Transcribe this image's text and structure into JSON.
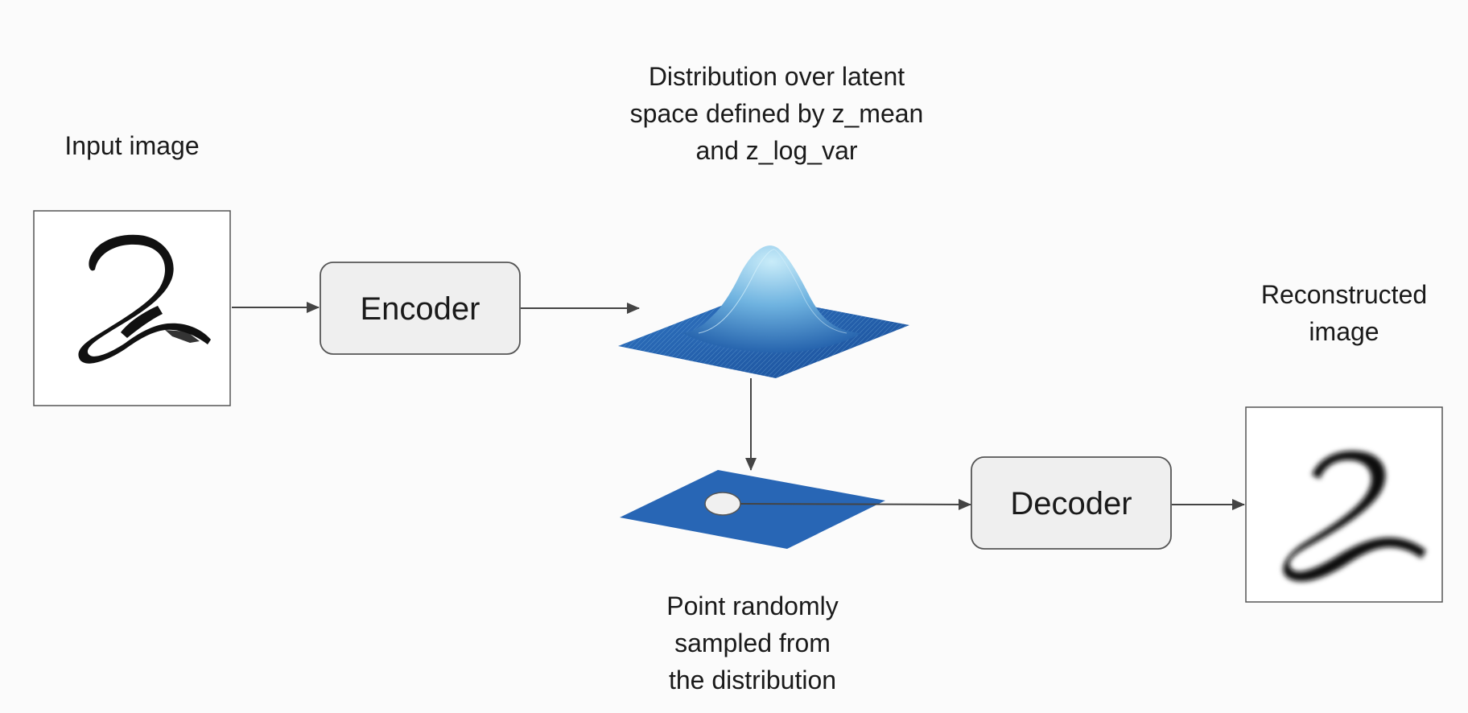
{
  "labels": {
    "input_image": "Input image",
    "distribution": "Distribution over latent\nspace defined by z_mean\nand z_log_var",
    "reconstructed_image": "Reconstructed\nimage",
    "sampled_point": "Point randomly\nsampled from\nthe distribution"
  },
  "blocks": {
    "encoder": "Encoder",
    "decoder": "Decoder"
  },
  "digits": {
    "input": "2",
    "output": "2"
  },
  "colors": {
    "background": "#fbfbfb",
    "box_fill": "#efefef",
    "box_stroke": "#555555",
    "arrow": "#444444",
    "surface_dark": "#1e5ba8",
    "surface_light": "#a8d8ee",
    "plane": "#2866b5",
    "sample_point": "#f0f0f0"
  }
}
